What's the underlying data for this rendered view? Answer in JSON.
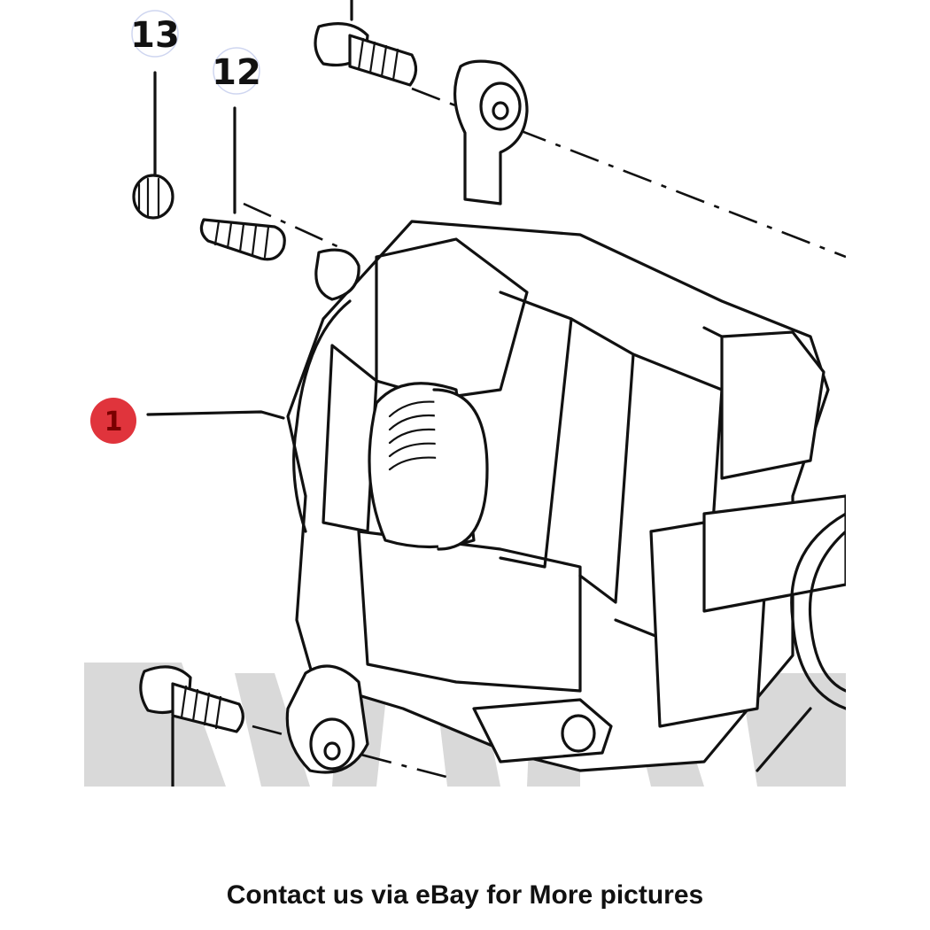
{
  "diagram": {
    "callouts": [
      {
        "id": "13",
        "label": "13"
      },
      {
        "id": "12",
        "label": "12"
      },
      {
        "id": "1",
        "label": "1"
      }
    ],
    "highlight_color": "#e0343c",
    "watermark_color": "#d9d9d9"
  },
  "caption": "Contact us via eBay for More pictures"
}
